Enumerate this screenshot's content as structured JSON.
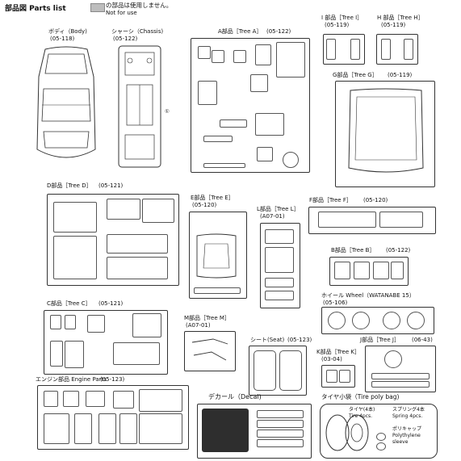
{
  "header": {
    "title": "部品図 Parts list",
    "legend_text_jp": "の部品は使用しません。",
    "legend_text_en": "Not for use"
  },
  "body": {
    "name": "ボディ（Body)",
    "code": "(05-118)"
  },
  "chassis": {
    "name": "シャーシ（Chassis)",
    "code": "(05-122)",
    "part": "①"
  },
  "tree_a": {
    "name": "A部品［Tree A］",
    "code": "(05-122)"
  },
  "tree_i": {
    "name": "I 部品［Tree I］",
    "code": "(05-119)"
  },
  "tree_h": {
    "name": "H 部品［Tree H］",
    "code": "(05-119)"
  },
  "tree_g": {
    "name": "G部品［Tree G］",
    "code": "(05-119)"
  },
  "tree_d": {
    "name": "D部品［Tree D］",
    "code": "(05-121)"
  },
  "tree_e": {
    "name": "E部品［Tree E］",
    "code": "(05-120)"
  },
  "tree_l": {
    "name": "L部品［Tree L］",
    "code": "(A07-01)"
  },
  "tree_f": {
    "name": "F部品［Tree F］",
    "code": "(05-120)"
  },
  "tree_b": {
    "name": "B部品［Tree B］",
    "code": "(05-122)"
  },
  "wheel": {
    "name": "ホイール Wheel（WATANABE 15）",
    "code": "(05-106)"
  },
  "tree_c": {
    "name": "C部品［Tree C］",
    "code": "(05-121)"
  },
  "tree_m": {
    "name": "M部品［Tree M］",
    "code": "(A07-01)"
  },
  "seat": {
    "name": "シート(Seat)",
    "code": "(05-123)"
  },
  "tree_j": {
    "name": "J部品［Tree J］",
    "code": "(06-43)"
  },
  "tree_k": {
    "name": "K部品［Tree K］",
    "code": "(03-04)"
  },
  "engine": {
    "name": "エンジン部品 Engine Parts",
    "code": "(05-123)"
  },
  "decal": {
    "name": "デカール（Decal)"
  },
  "tire": {
    "name": "タイヤ小袋（Tire poly bag)",
    "tire_jp": "タイヤ(4本)",
    "tire_en": "Tire 4pcs.",
    "spring_jp": "スプリング4本",
    "spring_en": "Spring 4pcs.",
    "cap_jp": "ポリキャップ",
    "cap_en_1": "Polythylene",
    "cap_en_2": "sleeve"
  },
  "colors": {
    "not_used_grey": "#c9c9c9",
    "line": "#333333"
  }
}
